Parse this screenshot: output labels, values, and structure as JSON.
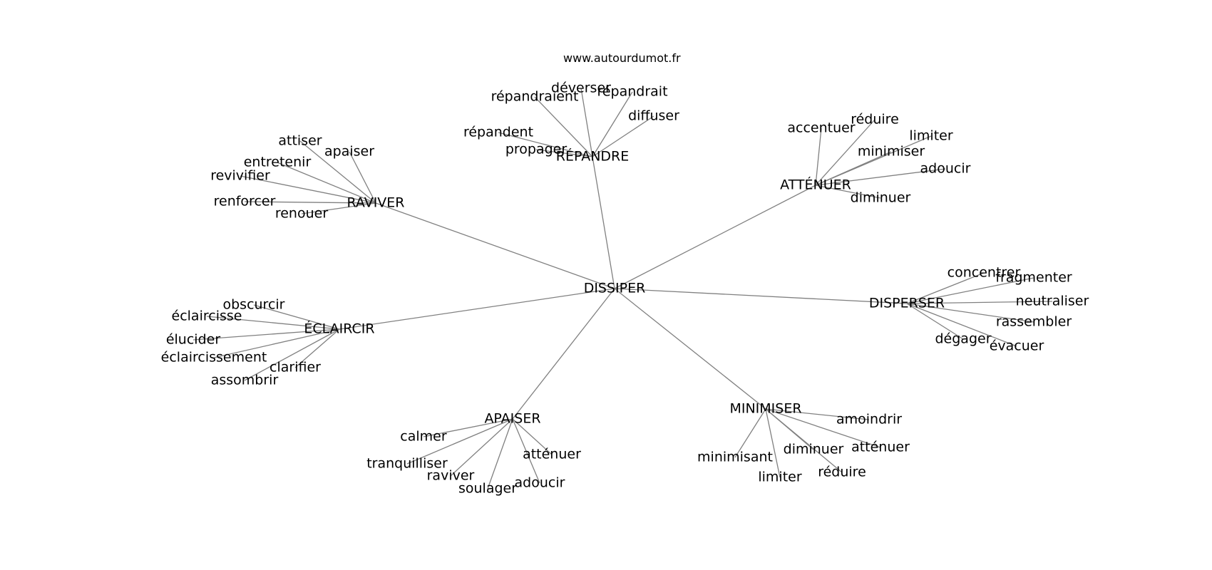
{
  "source": "www.autourdumot.fr",
  "colors": {
    "edge": "#808080",
    "text": "#000000",
    "background": "#ffffff"
  },
  "graph": {
    "center": "DISSIPER",
    "clusters": [
      {
        "hub": "RÉPANDRE",
        "leaves": [
          "déverser",
          "répandrait",
          "répandraient",
          "diffuser",
          "répandent",
          "propager"
        ]
      },
      {
        "hub": "RAVIVER",
        "leaves": [
          "attiser",
          "apaiser",
          "entretenir",
          "revivifier",
          "renforcer",
          "renouer"
        ]
      },
      {
        "hub": "ATTÉNUER",
        "leaves": [
          "accentuer",
          "réduire",
          "limiter",
          "minimiser",
          "adoucir",
          "diminuer"
        ]
      },
      {
        "hub": "DISPERSER",
        "leaves": [
          "concentrer",
          "fragmenter",
          "neutraliser",
          "rassembler",
          "dégager",
          "évacuer"
        ]
      },
      {
        "hub": "ÉCLAIRCIR",
        "leaves": [
          "obscurcir",
          "éclaircisse",
          "élucider",
          "éclaircissement",
          "clarifier",
          "assombrir"
        ]
      },
      {
        "hub": "APAISER",
        "leaves": [
          "calmer",
          "tranquilliser",
          "raviver",
          "soulager",
          "adoucir",
          "atténuer"
        ]
      },
      {
        "hub": "MINIMISER",
        "leaves": [
          "amoindrir",
          "atténuer",
          "diminuer",
          "minimisant",
          "limiter",
          "réduire"
        ]
      }
    ]
  }
}
